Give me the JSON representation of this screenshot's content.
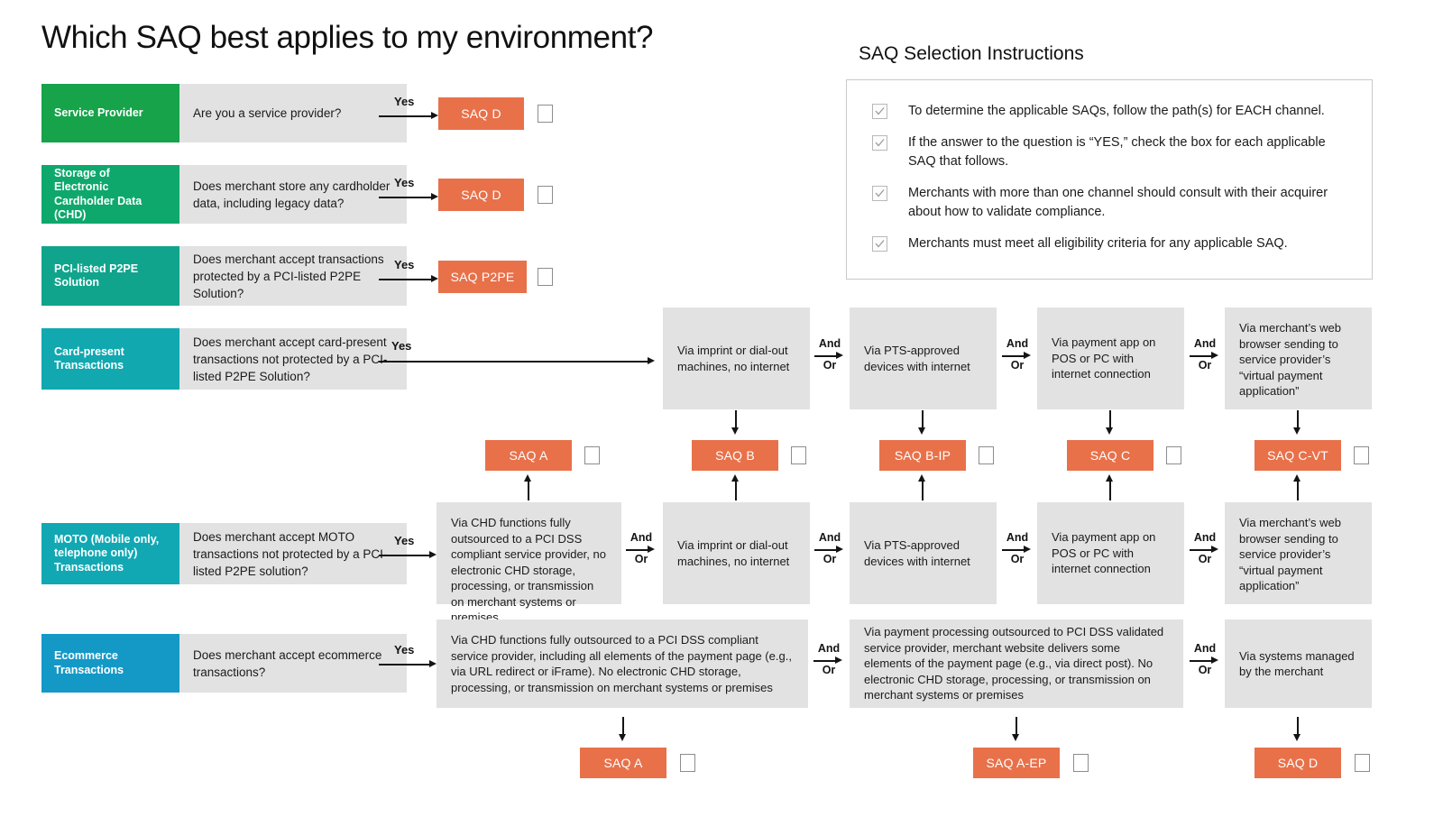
{
  "page_title": "Which SAQ best applies to my environment?",
  "instructions": {
    "title": "SAQ Selection Instructions",
    "items": [
      "To determine the applicable SAQs, follow the path(s) for EACH channel.",
      "If the answer to the question is “YES,” check the box for each applicable SAQ that follows.",
      "Merchants with more than one channel should consult with their acquirer about how to validate compliance.",
      "Merchants must meet all eligibility criteria for any applicable SAQ."
    ]
  },
  "labels": {
    "yes": "Yes",
    "and": "And",
    "or": "Or"
  },
  "colors": {
    "green": "#16a34a",
    "green2": "#0ea06a",
    "teal1": "#10a48d",
    "teal2": "#11a7a0",
    "teal3": "#11a8b0",
    "blue": "#1499c6",
    "orange": "#e8714a",
    "gray_box": "#e2e2e2"
  },
  "channels": [
    {
      "name": "Service Provider",
      "question": "Are you a service provider?",
      "color": "#16a34a"
    },
    {
      "name": "Storage of Electronic Cardholder Data (CHD)",
      "question": "Does merchant store any cardholder data, including legacy data?",
      "color": "#0ea86c"
    },
    {
      "name": "PCI-listed P2PE Solution",
      "question": "Does merchant accept transactions protected by a PCI-listed P2PE Solution?",
      "color": "#10a48d"
    },
    {
      "name": "Card-present Transactions",
      "question": "Does merchant accept card-present transactions not protected by a PCI-listed P2PE Solution?",
      "color": "#11a8b0"
    },
    {
      "name": "MOTO (Mobile only, telephone only) Transactions",
      "question": "Does merchant accept MOTO transactions not protected by a PCI-listed P2PE solution?",
      "color": "#11a8b4"
    },
    {
      "name": "Ecommerce Transactions",
      "question": "Does merchant accept ecommerce transactions?",
      "color": "#1499c6"
    }
  ],
  "direct_results": [
    {
      "label": "SAQ D"
    },
    {
      "label": "SAQ D"
    },
    {
      "label": "SAQ P2PE"
    }
  ],
  "card_present_paths": [
    "Via imprint or dial-out machines, no internet",
    "Via PTS-approved devices with internet",
    "Via payment app on POS or PC with internet connection",
    "Via merchant’s web browser sending to service provider’s “virtual payment application”"
  ],
  "moto_paths": [
    "Via CHD functions fully outsourced to a PCI DSS compliant service provider, no electronic CHD storage, processing, or transmission on merchant systems or premises",
    "Via imprint or dial-out machines, no internet",
    "Via PTS-approved devices with internet",
    "Via payment app on POS or PC with internet connection",
    "Via merchant’s web browser sending to service provider’s “virtual payment application”"
  ],
  "middle_results": [
    {
      "label": "SAQ A"
    },
    {
      "label": "SAQ B"
    },
    {
      "label": "SAQ B-IP"
    },
    {
      "label": "SAQ C"
    },
    {
      "label": "SAQ C-VT"
    }
  ],
  "ecommerce_paths": [
    "Via CHD functions fully outsourced to a PCI DSS compliant service provider, including all elements of the payment page (e.g., via URL redirect or iFrame). No electronic CHD storage, processing, or transmission on merchant systems or premises",
    "Via payment processing outsourced to PCI DSS validated service provider, merchant website delivers some elements of the payment page (e.g., via direct post). No electronic CHD storage, processing, or transmission on merchant systems or premises",
    "Via systems managed by the merchant"
  ],
  "bottom_results": [
    {
      "label": "SAQ A"
    },
    {
      "label": "SAQ A-EP"
    },
    {
      "label": "SAQ D"
    }
  ]
}
